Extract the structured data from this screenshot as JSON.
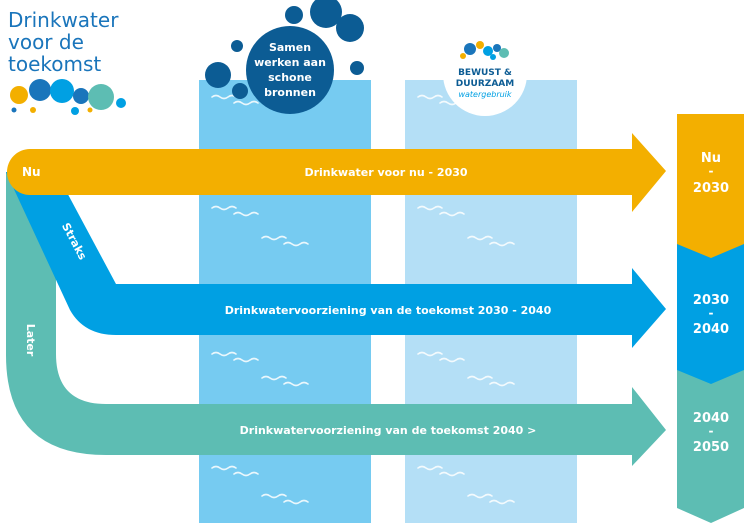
{
  "logo": {
    "line1": "Drinkwater",
    "line2": "voor de",
    "line3": "toekomst"
  },
  "bubble_samen": {
    "line1": "Samen",
    "line2": "werken aan",
    "line3": "schone",
    "line4": "bronnen"
  },
  "bubble_bewust": {
    "line1": "BEWUST &",
    "line2": "DUURZAAM",
    "line3": "watergebruik"
  },
  "arrows": {
    "nu": {
      "side_label": "Nu",
      "main_label": "Drinkwater voor nu - 2030"
    },
    "straks": {
      "side_label": "Straks",
      "main_label": "Drinkwatervoorziening van de toekomst 2030 - 2040"
    },
    "later": {
      "side_label": "Later",
      "main_label": "Drinkwatervoorziening van de toekomst 2040 >"
    }
  },
  "timeline": [
    {
      "line1": "Nu",
      "line2": "-",
      "line3": "2030"
    },
    {
      "line1": "2030",
      "line2": "-",
      "line3": "2040"
    },
    {
      "line1": "2040",
      "line2": "-",
      "line3": "2050"
    }
  ],
  "colors": {
    "orange": "#F3AF00",
    "blue": "#00A0E3",
    "teal": "#5DBDB3",
    "column_left": "#76CBF1",
    "column_right": "#B4DFF6",
    "navy": "#0C5C94",
    "logo_blue": "#1A75BB"
  }
}
